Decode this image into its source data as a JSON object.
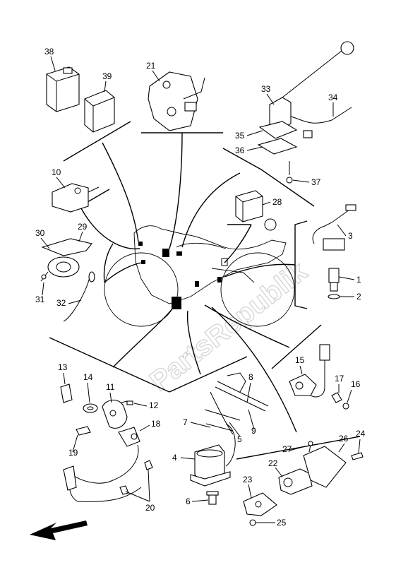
{
  "watermark": "PartsRepublik",
  "callouts": [
    {
      "id": "c38",
      "label": "38"
    },
    {
      "id": "c39",
      "label": "39"
    },
    {
      "id": "c21",
      "label": "21"
    },
    {
      "id": "c33",
      "label": "33"
    },
    {
      "id": "c34",
      "label": "34"
    },
    {
      "id": "c35",
      "label": "35"
    },
    {
      "id": "c36",
      "label": "36"
    },
    {
      "id": "c37",
      "label": "37"
    },
    {
      "id": "c10",
      "label": "10"
    },
    {
      "id": "c28",
      "label": "28"
    },
    {
      "id": "c30",
      "label": "30"
    },
    {
      "id": "c29",
      "label": "29"
    },
    {
      "id": "c3",
      "label": "3"
    },
    {
      "id": "c1",
      "label": "1"
    },
    {
      "id": "c2",
      "label": "2"
    },
    {
      "id": "c31",
      "label": "31"
    },
    {
      "id": "c32",
      "label": "32"
    },
    {
      "id": "c15",
      "label": "15"
    },
    {
      "id": "c17",
      "label": "17"
    },
    {
      "id": "c16",
      "label": "16"
    },
    {
      "id": "c13",
      "label": "13"
    },
    {
      "id": "c14",
      "label": "14"
    },
    {
      "id": "c11",
      "label": "11"
    },
    {
      "id": "c12",
      "label": "12"
    },
    {
      "id": "c8",
      "label": "8"
    },
    {
      "id": "c18",
      "label": "18"
    },
    {
      "id": "c19",
      "label": "19"
    },
    {
      "id": "c7",
      "label": "7"
    },
    {
      "id": "c5",
      "label": "5"
    },
    {
      "id": "c9",
      "label": "9"
    },
    {
      "id": "c24",
      "label": "24"
    },
    {
      "id": "c27",
      "label": "27"
    },
    {
      "id": "c26",
      "label": "26"
    },
    {
      "id": "c4",
      "label": "4"
    },
    {
      "id": "c22",
      "label": "22"
    },
    {
      "id": "c23",
      "label": "23"
    },
    {
      "id": "c20",
      "label": "20"
    },
    {
      "id": "c6",
      "label": "6"
    },
    {
      "id": "c25",
      "label": "25"
    }
  ]
}
